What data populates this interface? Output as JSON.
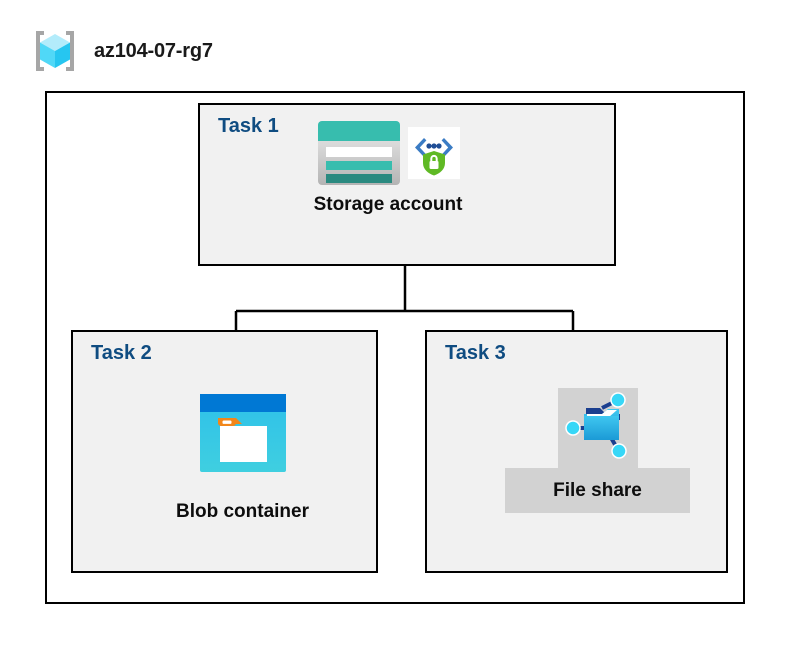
{
  "header": {
    "icon": "resource-group-icon",
    "title": "az104-07-rg7"
  },
  "boundary": {
    "name": "resource-group-boundary"
  },
  "tasks": [
    {
      "id": "task1",
      "label": "Task 1",
      "node": {
        "caption": "Storage account",
        "icons": [
          "storage-account-icon",
          "secure-endpoint-shield-icon"
        ]
      }
    },
    {
      "id": "task2",
      "label": "Task 2",
      "node": {
        "caption": "Blob container",
        "icons": [
          "blob-container-icon"
        ]
      }
    },
    {
      "id": "task3",
      "label": "Task 3",
      "node": {
        "caption": "File share",
        "icons": [
          "file-share-icon"
        ]
      }
    }
  ],
  "connections": [
    {
      "from": "Storage account",
      "to": "Blob container"
    },
    {
      "from": "Storage account",
      "to": "File share"
    }
  ],
  "colors": {
    "task_label": "#0f4c81",
    "caption": "#0d0d0d",
    "panel_fill": "#f1f1f1",
    "plate_fill": "#d2d2d2",
    "line": "#000000",
    "storage_teal": "#37bdae",
    "storage_teal_dark": "#2a8a80",
    "blob_blue": "#0078d4",
    "blob_cyan": "#32c8ec",
    "blob_orange": "#f2861a",
    "shield_green": "#5fb924",
    "cube_cyan": "#7fdcf7"
  }
}
